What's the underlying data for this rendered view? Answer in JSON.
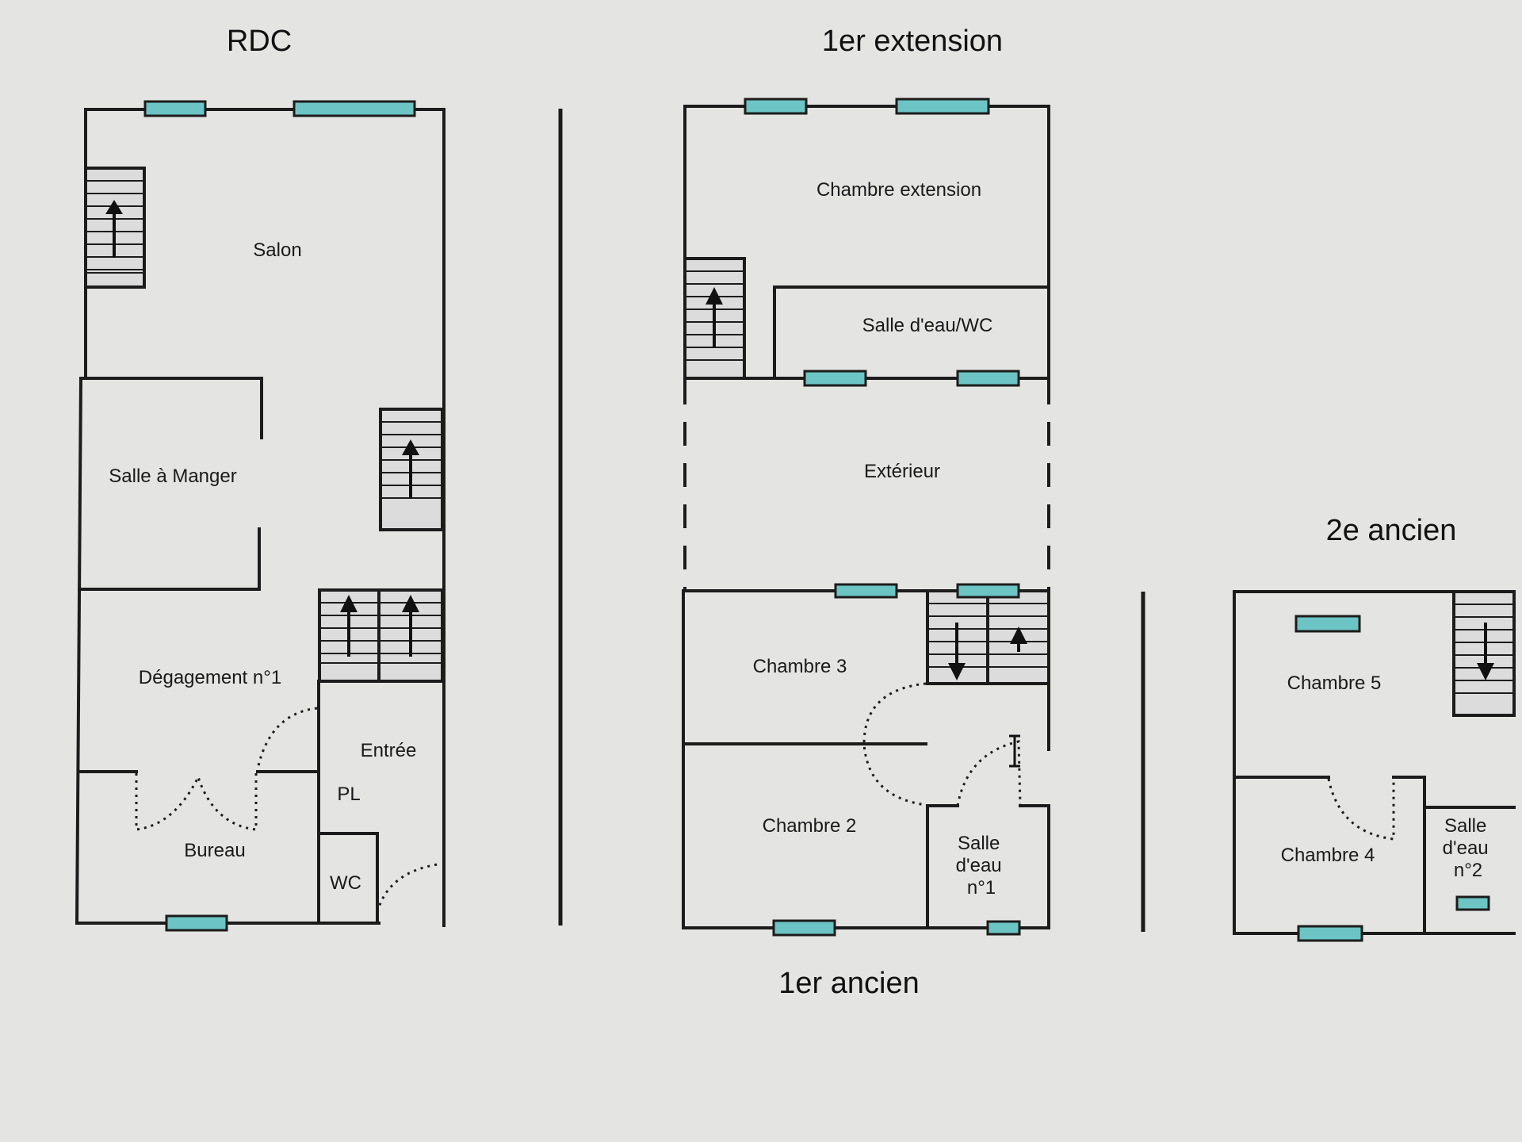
{
  "colors": {
    "background": "#e4e4e2",
    "wall": "#1c1c1c",
    "window": "#6cc4c4"
  },
  "levels": {
    "rdc": "RDC",
    "ext": "1er extension",
    "ancien1": "1er ancien",
    "ancien2": "2e ancien"
  },
  "rooms": {
    "salon": "Salon",
    "salle_manger": "Salle à Manger",
    "degagement": "Dégagement n°1",
    "entree": "Entrée",
    "pl": "PL",
    "bureau": "Bureau",
    "wc": "WC",
    "chambre_ext": "Chambre extension",
    "salle_eau_wc": "Salle d'eau/WC",
    "exterieur": "Extérieur",
    "chambre3": "Chambre 3",
    "chambre2": "Chambre 2",
    "salle_eau1": [
      "Salle",
      "d'eau",
      "n°1"
    ],
    "chambre5": "Chambre 5",
    "chambre4": "Chambre 4",
    "salle_eau2": [
      "Salle",
      "d'eau",
      "n°2"
    ]
  }
}
